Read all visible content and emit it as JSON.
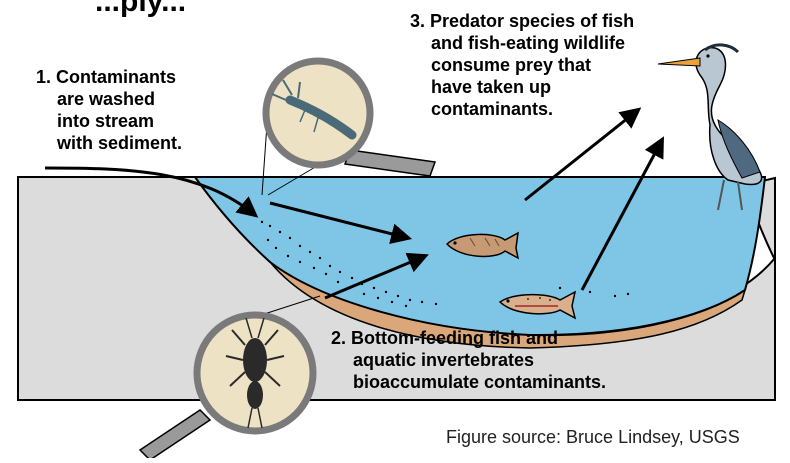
{
  "title": "...ply...",
  "labels": {
    "step1": [
      "1. Contaminants",
      "are washed",
      "into stream",
      "with sediment."
    ],
    "step2": [
      "2. Bottom-feeding fish and",
      "aquatic invertebrates",
      "bioaccumulate contaminants."
    ],
    "step3": [
      "3. Predator species of fish",
      "and fish-eating wildlife",
      "consume prey that",
      "have taken up",
      "contaminants."
    ]
  },
  "credit": "Figure source: Bruce Lindsey, USGS",
  "icons": [
    "magnifier-icon",
    "mayfly-larva-icon",
    "stonefly-nymph-icon",
    "fish-icon",
    "trout-icon",
    "heron-icon"
  ],
  "colors": {
    "water": "#7fc6e6",
    "sediment": "#d9a77a",
    "bank": "#dcdcdc",
    "outline": "#000000",
    "arrow": "#000000"
  }
}
